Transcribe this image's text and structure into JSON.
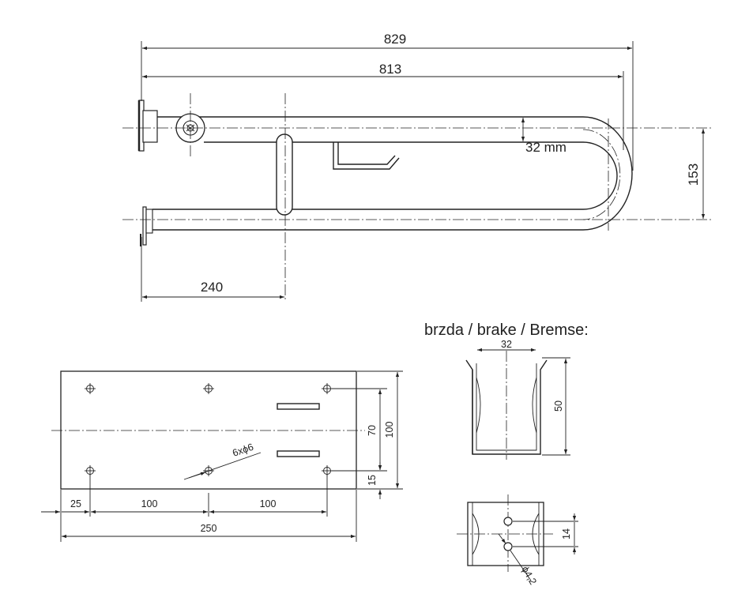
{
  "dimensions": {
    "overall_length": "829",
    "bar_length": "813",
    "tube_diameter": "32 mm",
    "height": "153",
    "brake_offset": "240",
    "plate_width": "250",
    "plate_height": "100",
    "hole_spacing_v": "70",
    "hole_edge_bottom": "15",
    "hole_edge_left": "25",
    "hole_pitch_1": "100",
    "hole_pitch_2": "100",
    "holes": "6xϕ6",
    "brake_width": "32",
    "brake_height": "50",
    "brake_hole_spacing": "14",
    "brake_hole_dia": "ϕ4,2"
  },
  "labels": {
    "brake_title": "brzda / brake / Bremse:"
  }
}
